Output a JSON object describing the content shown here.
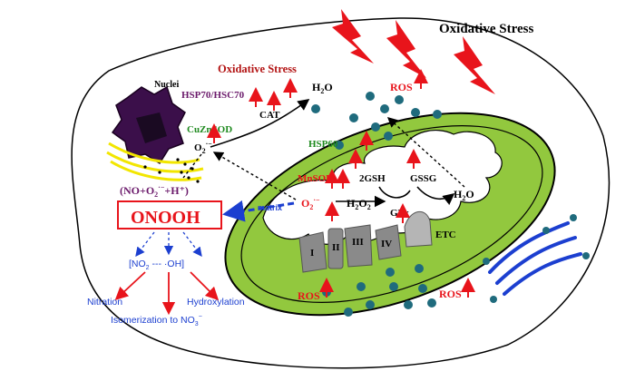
{
  "labels": {
    "title": "Oxidative Stress",
    "oxidative_stress_inner": "Oxidative Stress",
    "nuclei": "Nuclei",
    "hsp70": "HSP70/HSC70",
    "cuznsod": "CuZnSOD",
    "o2_cyto": "O",
    "cat": "CAT",
    "h2o_top": "H",
    "ros_top": "ROS",
    "hsp60": "HSP60",
    "mnsod": "MnSOD",
    "gsh": "2GSH",
    "gssg": "GSSG",
    "h2o_right": "H",
    "gpx": "GPx",
    "h2o2": "H",
    "o2_matrix": "O",
    "matrix": "matrix",
    "no_reaction": "(NO+O",
    "onooh": "ONOOH",
    "no2_oh": "[NO",
    "nitration": "Nitration",
    "hydroxylation": "Hydroxylation",
    "isomerization": "Isomerization to NO",
    "etc": "ETC",
    "complex_1": "I",
    "complex_2": "II",
    "complex_3": "III",
    "complex_4": "IV",
    "ros_bottom_left": "ROS",
    "ros_bottom_right": "ROS"
  },
  "colors": {
    "mito_fill": "#92c83e",
    "cristae_fill": "#ffffff",
    "arrow_red": "#e8141b",
    "blue": "#1c3fd0",
    "teal_dots": "#1f6b7d",
    "lightning": "#e8141b",
    "nucleus": "#3b0f4a",
    "membrane_yellow": "#f2e600",
    "green_text": "#1f8a1f",
    "purple_text": "#6b1a6b",
    "dark_red_text": "#b31414",
    "complex_gray": "#8a8a8a"
  }
}
